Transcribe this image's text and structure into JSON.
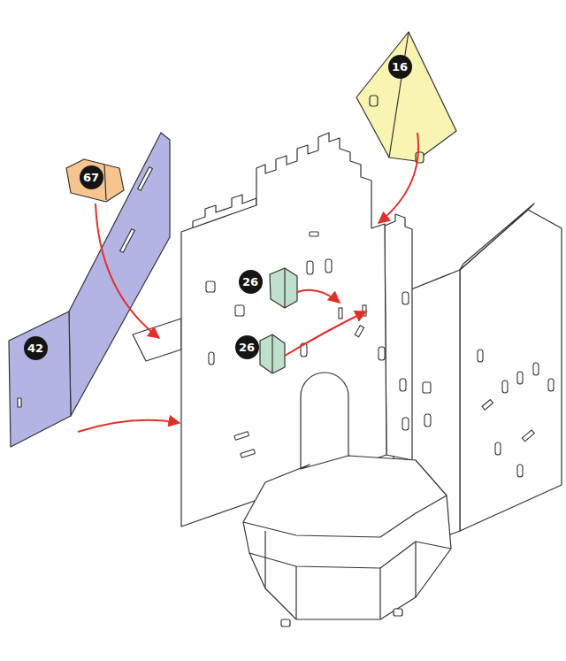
{
  "diagram": {
    "nodes": [
      {
        "text": [
          "16"
        ]
      },
      {
        "text": [
          "67"
        ]
      },
      {
        "text": [
          "26"
        ]
      },
      {
        "text": [
          "42"
        ]
      },
      {
        "text": [
          "26"
        ]
      }
    ]
  }
}
